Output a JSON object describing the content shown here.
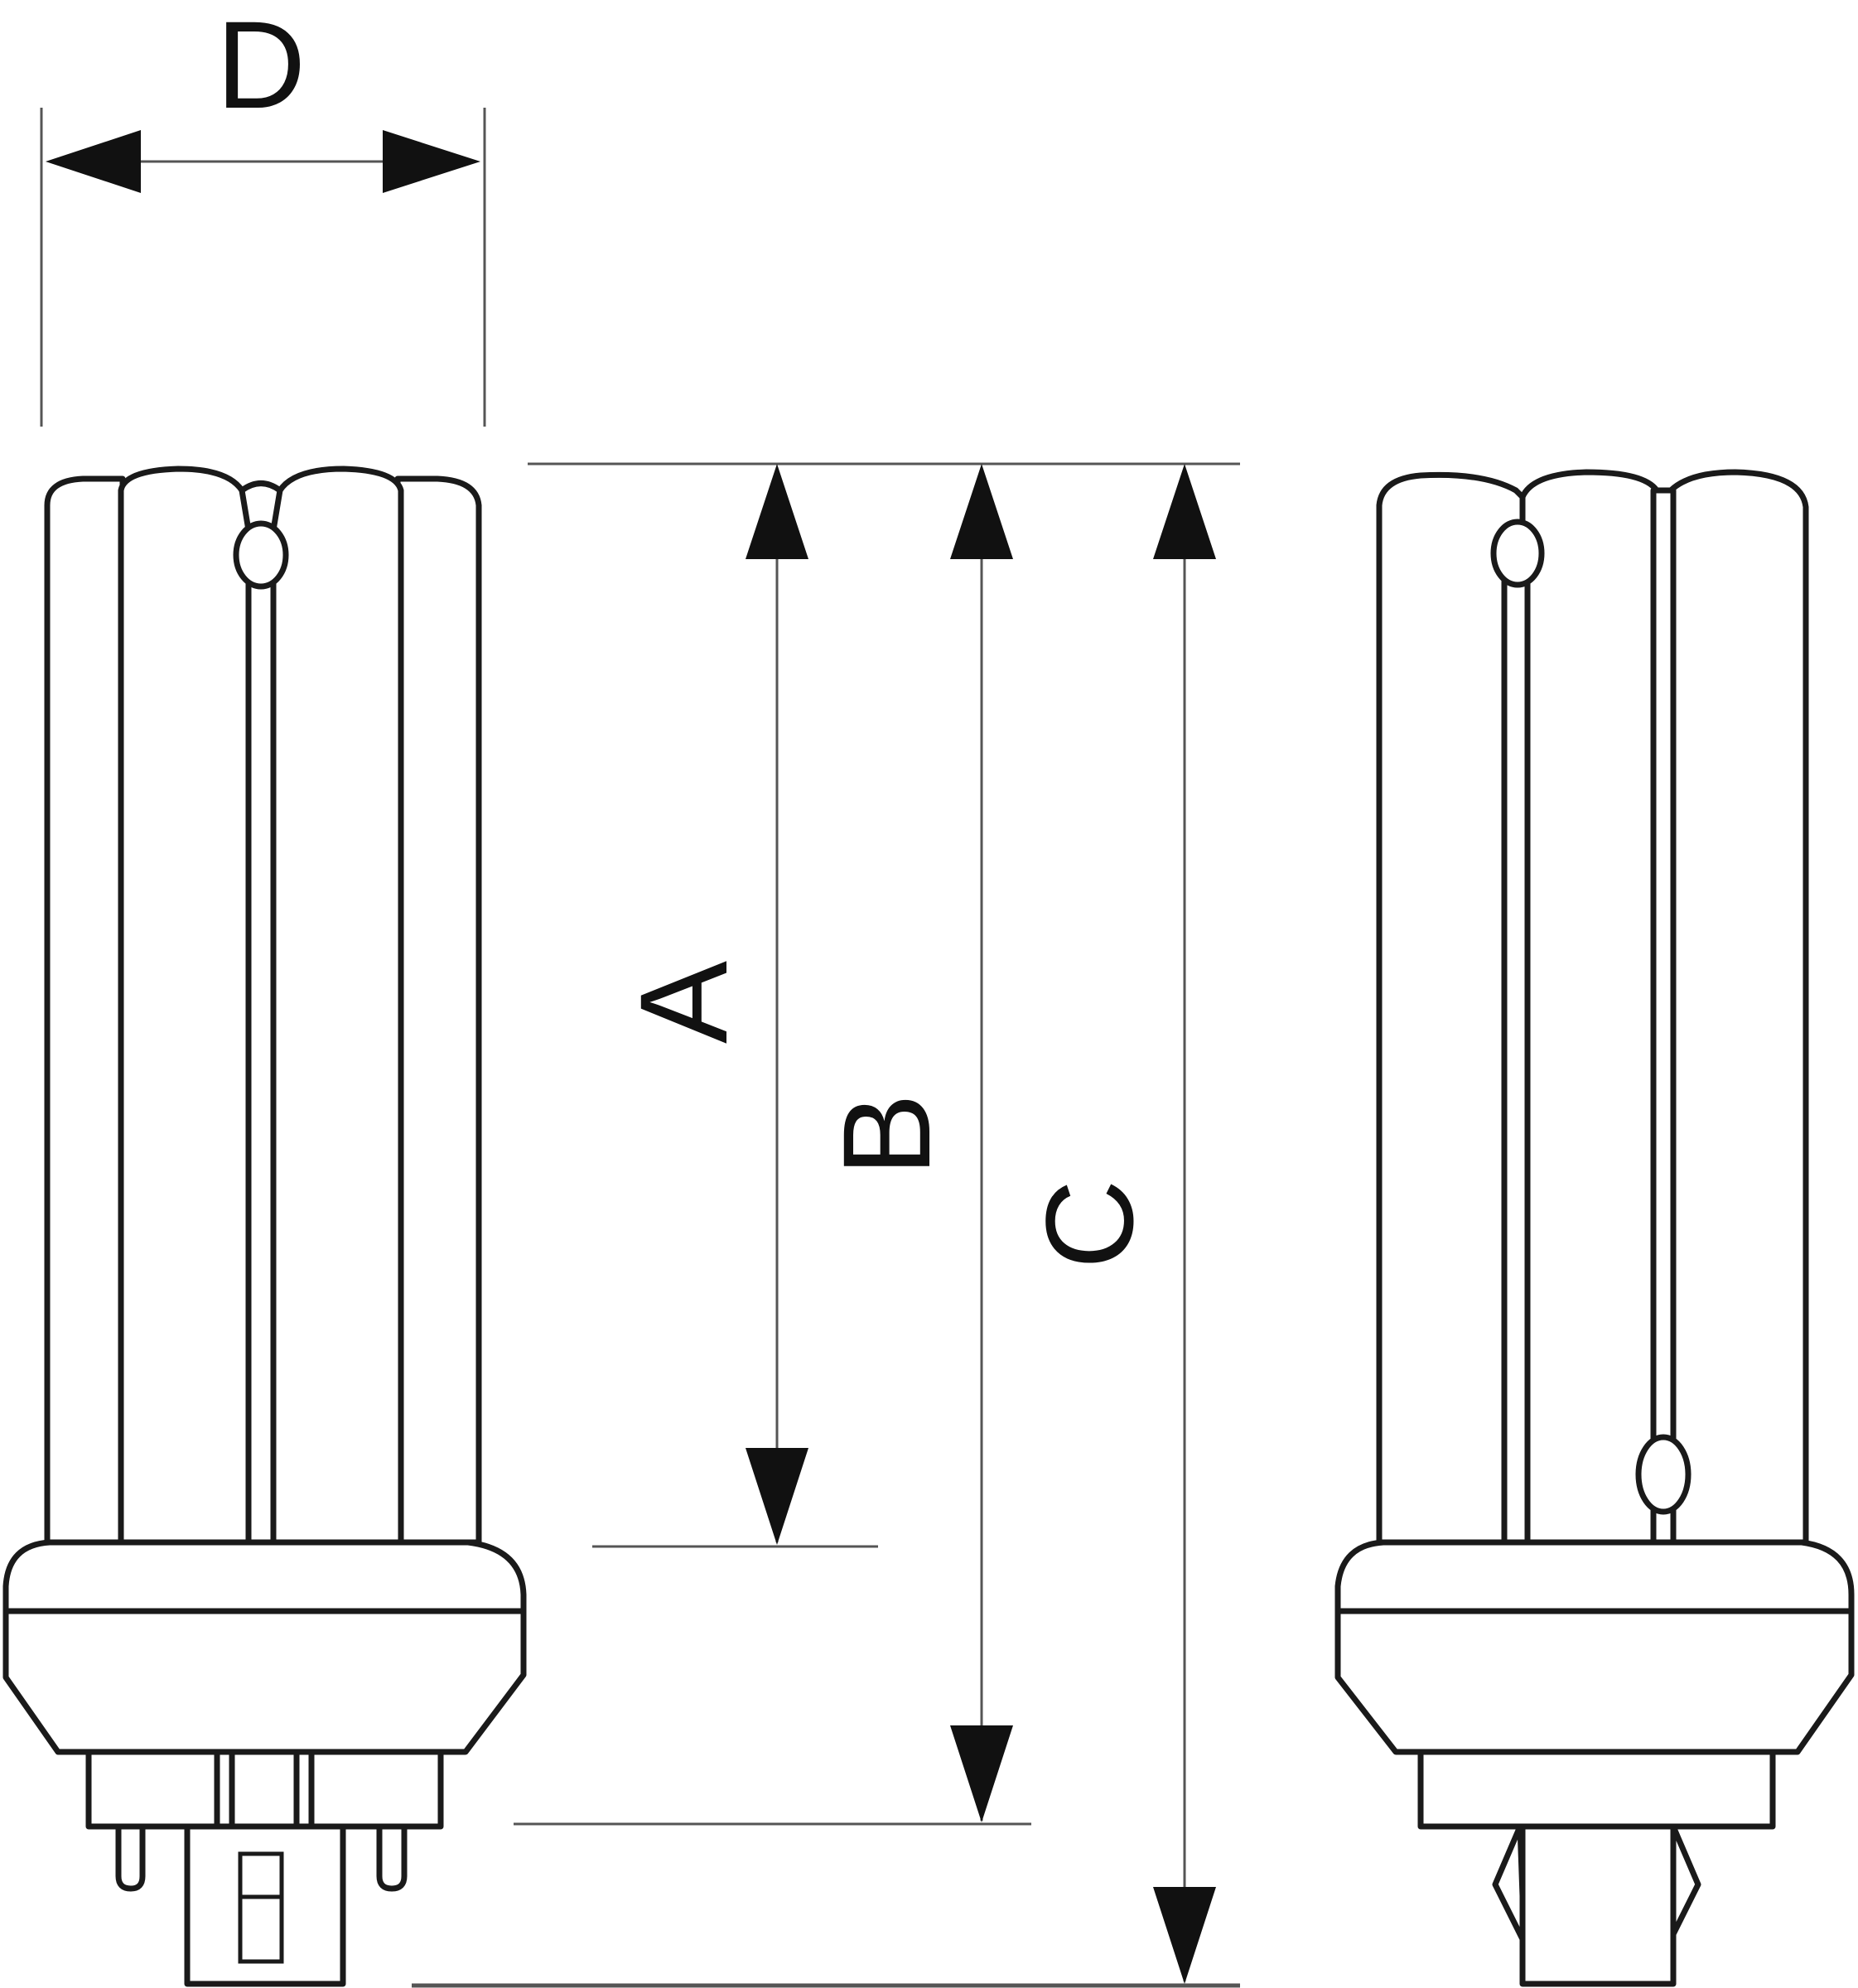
{
  "labels": {
    "d": "D",
    "a": "A",
    "b": "B",
    "c": "C"
  },
  "colors": {
    "line": "#1a1a1a",
    "dimension": "#555555",
    "background": "#ffffff"
  }
}
